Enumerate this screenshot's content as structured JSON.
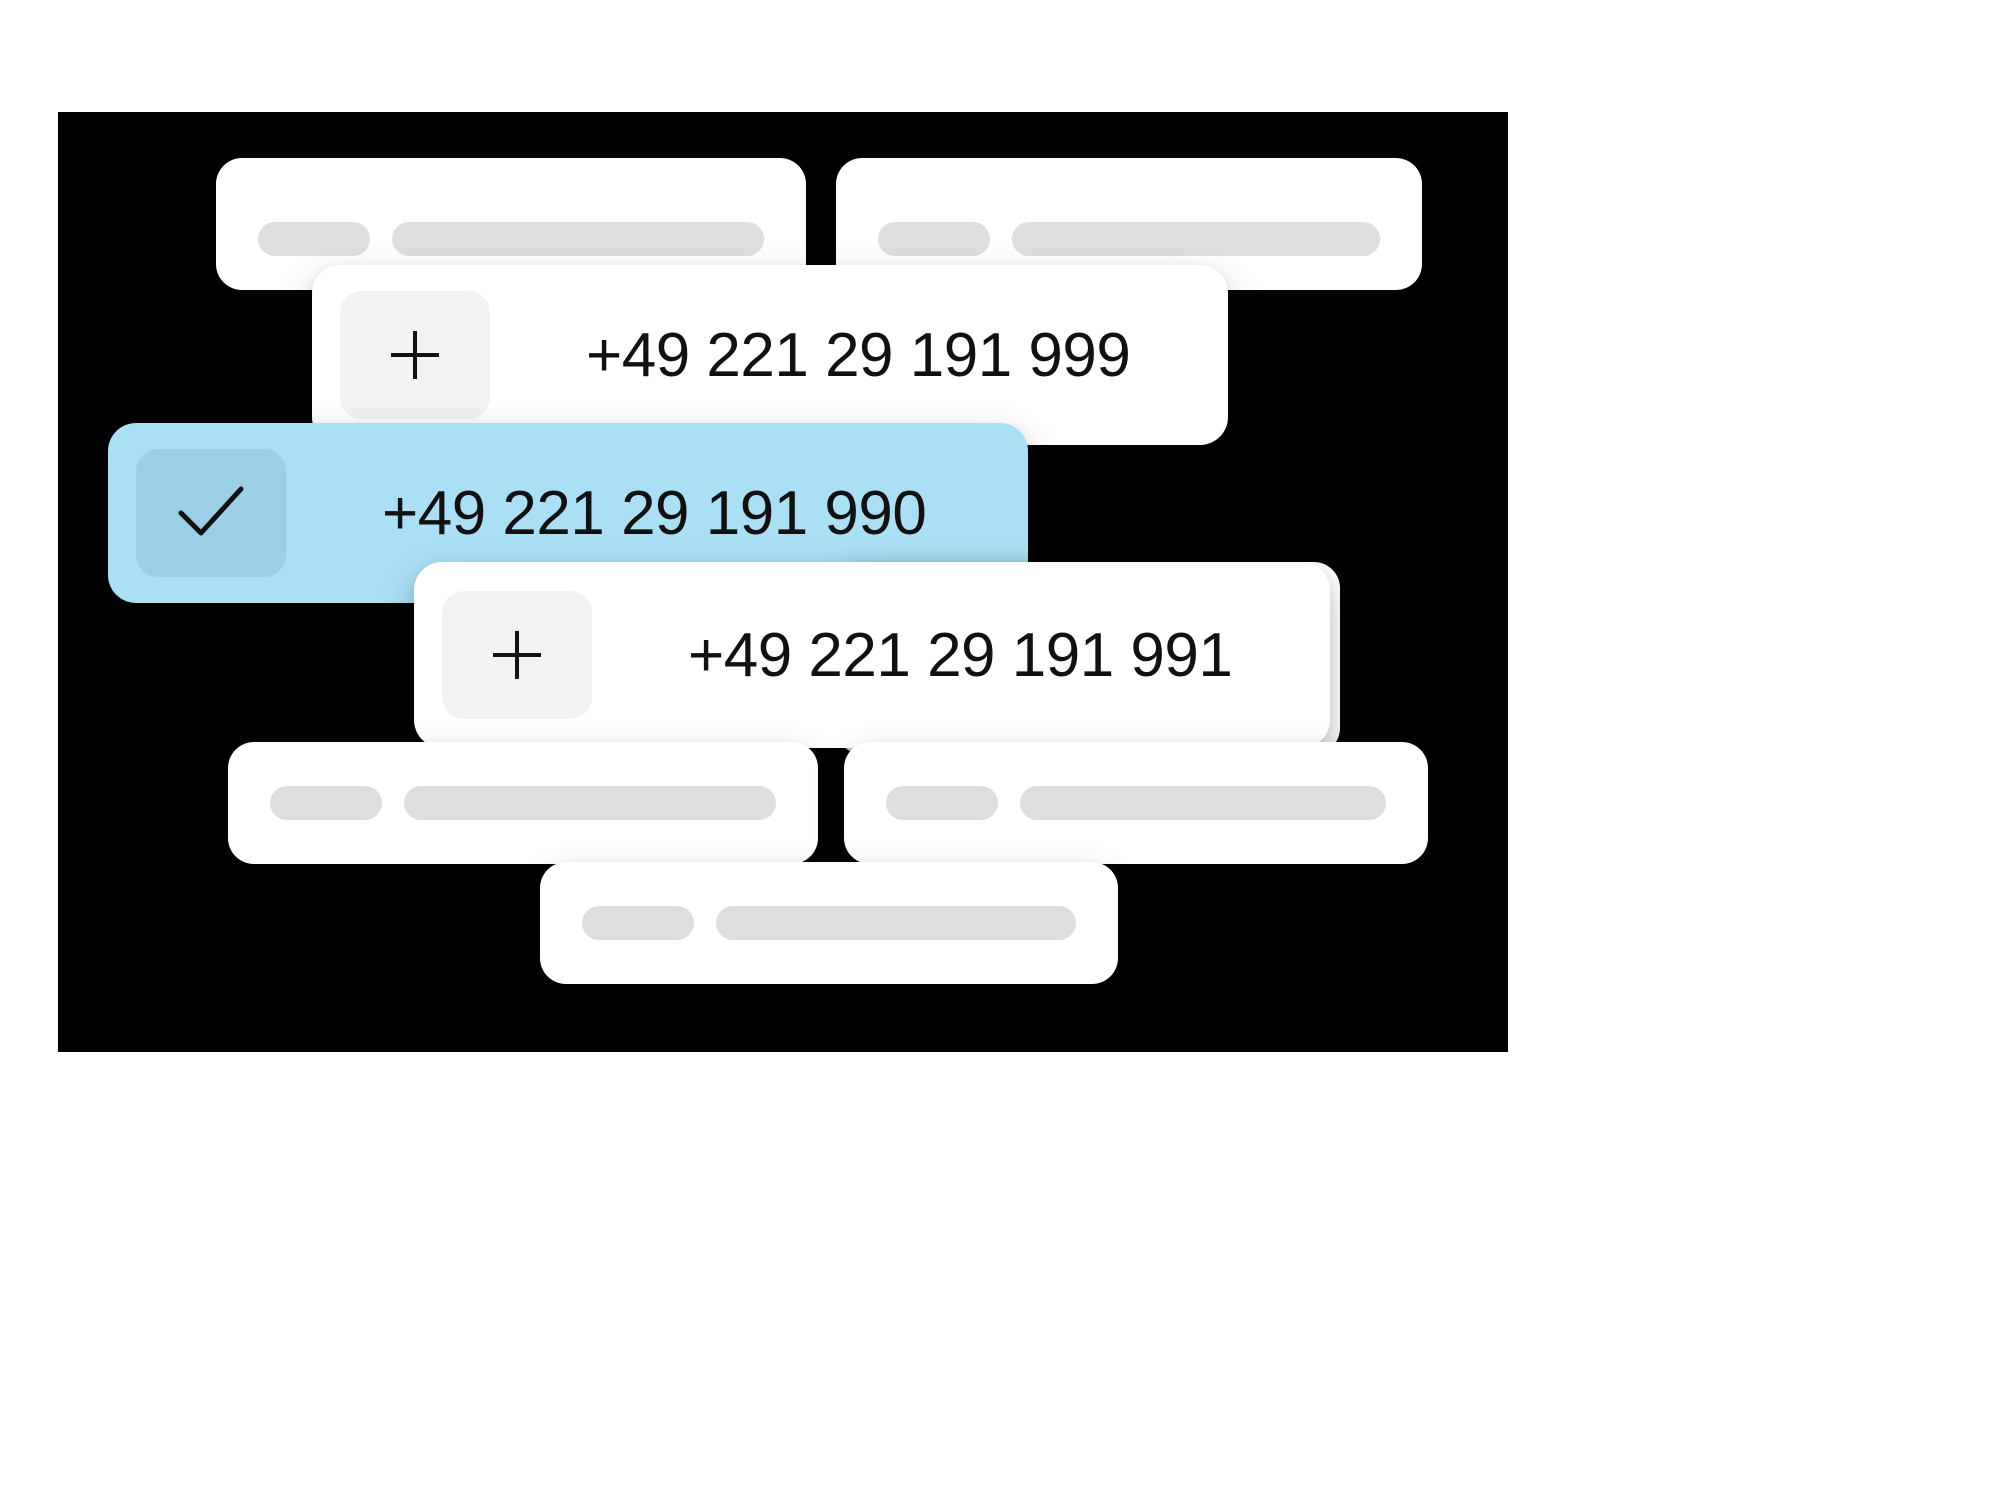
{
  "canvas": {
    "background_color": "#000000",
    "page_background_color": "#ffffff"
  },
  "theme": {
    "card_color": "#ffffff",
    "placeholder_color": "#dedede",
    "selected_row_color": "#abdff4",
    "selected_icon_color": "#9acfe6",
    "icon_box_color": "#f2f2f2",
    "text_color": "#111111"
  },
  "skeleton_cards": [
    {
      "id": "card-top-left",
      "pills": [
        "",
        ""
      ]
    },
    {
      "id": "card-top-right",
      "pills": [
        "",
        ""
      ]
    },
    {
      "id": "card-bottom-left",
      "pills": [
        "",
        ""
      ]
    },
    {
      "id": "card-bottom-right",
      "pills": [
        "",
        ""
      ]
    },
    {
      "id": "card-bottom-center",
      "pills": [
        "",
        ""
      ]
    }
  ],
  "number_rows": [
    {
      "id": "row-999",
      "number": "+49 221 29 191 999",
      "selected": false,
      "icon": "plus-icon",
      "icon_glyph": "+"
    },
    {
      "id": "row-990",
      "number": "+49 221 29 191 990",
      "selected": true,
      "icon": "check-icon",
      "icon_glyph": "✓"
    },
    {
      "id": "row-991",
      "number": "+49 221 29 191 991",
      "selected": false,
      "icon": "plus-icon",
      "icon_glyph": "+"
    }
  ]
}
